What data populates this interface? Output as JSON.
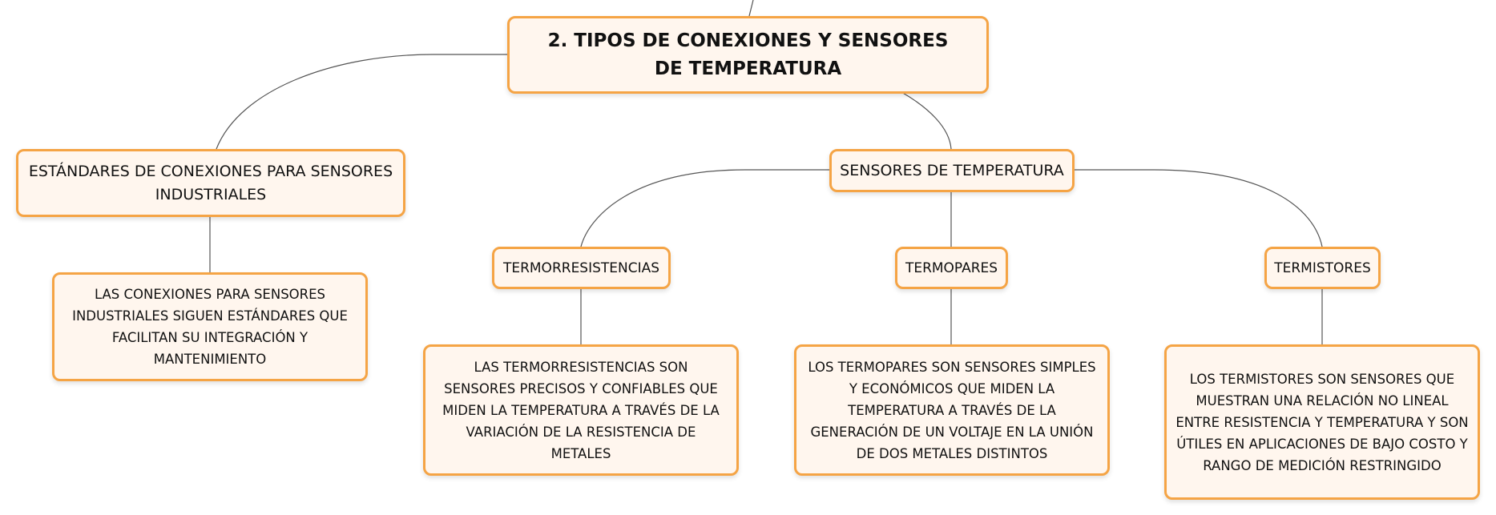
{
  "diagram": {
    "title": "2. TIPOS DE CONEXIONES Y SENSORES DE TEMPERATURA",
    "nodes": {
      "standards": "ESTÁNDARES DE CONEXIONES PARA SENSORES INDUSTRIALES",
      "standards_desc": "LAS CONEXIONES PARA SENSORES INDUSTRIALES SIGUEN ESTÁNDARES QUE FACILITAN SU INTEGRACIÓN Y MANTENIMIENTO",
      "sensors": "SENSORES DE TEMPERATURA",
      "rtd": "TERMORRESISTENCIAS",
      "rtd_desc": "LAS TERMORRESISTENCIAS SON SENSORES PRECISOS Y CONFIABLES QUE MIDEN LA TEMPERATURA A TRAVÉS DE LA VARIACIÓN DE LA RESISTENCIA DE METALES",
      "thermocouples": "TERMOPARES",
      "thermocouples_desc": "LOS TERMOPARES SON SENSORES SIMPLES Y ECONÓMICOS QUE MIDEN LA TEMPERATURA A TRAVÉS DE LA GENERACIÓN DE UN VOLTAJE EN LA UNIÓN DE DOS METALES DISTINTOS",
      "thermistors": "TERMISTORES",
      "thermistors_desc": "LOS TERMISTORES SON SENSORES QUE MUESTRAN UNA RELACIÓN NO LINEAL ENTRE RESISTENCIA Y TEMPERATURA Y SON ÚTILES EN APLICACIONES DE BAJO COSTO Y RANGO DE MEDICIÓN RESTRINGIDO"
    }
  },
  "colors": {
    "node_border": "#f5a445",
    "node_fill": "#fff6ee",
    "connector": "#555555"
  }
}
